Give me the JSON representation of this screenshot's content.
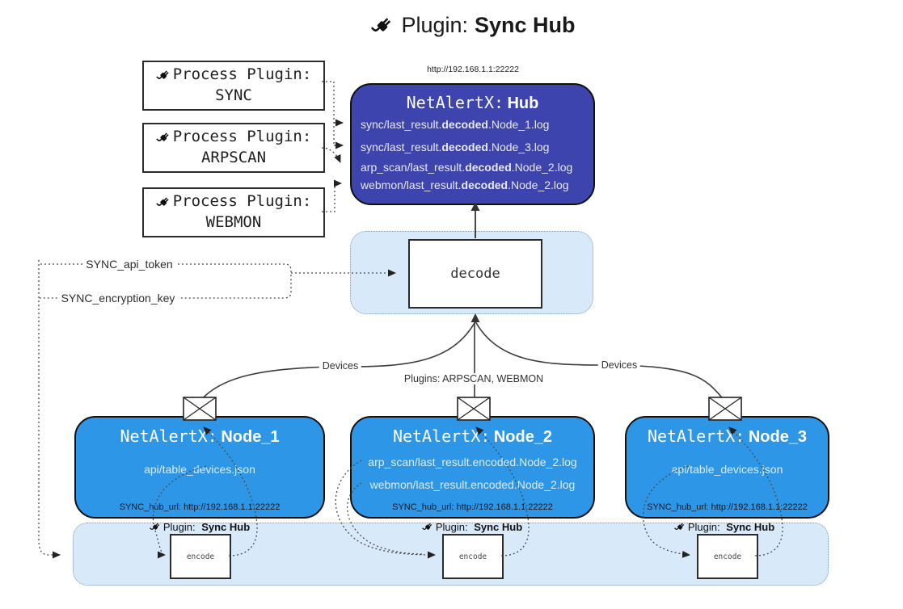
{
  "title": {
    "prefix": "Plugin:",
    "name": "Sync Hub"
  },
  "process_plugins": [
    {
      "label": "Process Plugin:",
      "name": "SYNC"
    },
    {
      "label": "Process Plugin:",
      "name": "ARPSCAN"
    },
    {
      "label": "Process Plugin:",
      "name": "WEBMON"
    }
  ],
  "hub": {
    "url": "http://192.168.1.1:22222",
    "title_prefix": "NetAlertX:",
    "title_name": "Hub",
    "log_lines": [
      {
        "pre": "sync/last_result.",
        "bold": "decoded",
        "post": ".Node_1.log"
      },
      {
        "pre": "sync/last_result.",
        "bold": "decoded",
        "post": ".Node_3.log"
      },
      {
        "pre": "arp_scan/last_result.",
        "bold": "decoded",
        "post": ".Node_2.log"
      },
      {
        "pre": "webmon/last_result.",
        "bold": "decoded",
        "post": ".Node_2.log"
      }
    ]
  },
  "decode": {
    "label": "decode"
  },
  "secrets": {
    "api_token": "SYNC_api_token",
    "encryption_key": "SYNC_encryption_key"
  },
  "edges": {
    "devices_left": "Devices",
    "plugins_middle": "Plugins: ARPSCAN, WEBMON",
    "devices_right": "Devices"
  },
  "nodes": [
    {
      "title_prefix": "NetAlertX:",
      "title_name": "Node_1",
      "lines": [
        "api/table_devices.json"
      ],
      "hub_url": "SYNC_hub_url: http://192.168.1.1:22222"
    },
    {
      "title_prefix": "NetAlertX:",
      "title_name": "Node_2",
      "lines": [
        "arp_scan/last_result.encoded.Node_2.log",
        "webmon/last_result.encoded.Node_2.log"
      ],
      "hub_url": "SYNC_hub_url: http://192.168.1.1:22222"
    },
    {
      "title_prefix": "NetAlertX:",
      "title_name": "Node_3",
      "lines": [
        "api/table_devices.json"
      ],
      "hub_url": "SYNC_hub_url: http://192.168.1.1:22222"
    }
  ],
  "encoders": [
    {
      "plugin_prefix": "Plugin:",
      "plugin_name": "Sync Hub",
      "label": "encode"
    },
    {
      "plugin_prefix": "Plugin:",
      "plugin_name": "Sync Hub",
      "label": "encode"
    },
    {
      "plugin_prefix": "Plugin:",
      "plugin_name": "Sync Hub",
      "label": "encode"
    }
  ],
  "icons": {
    "title_icon": "plug-icon",
    "mail_icon": "envelope-icon"
  },
  "colors": {
    "hub": "#3d44ad",
    "node": "#2e96e6",
    "band": "#d8e9fa",
    "band_border": "#7d9cba",
    "line": "#3b3b3b"
  }
}
